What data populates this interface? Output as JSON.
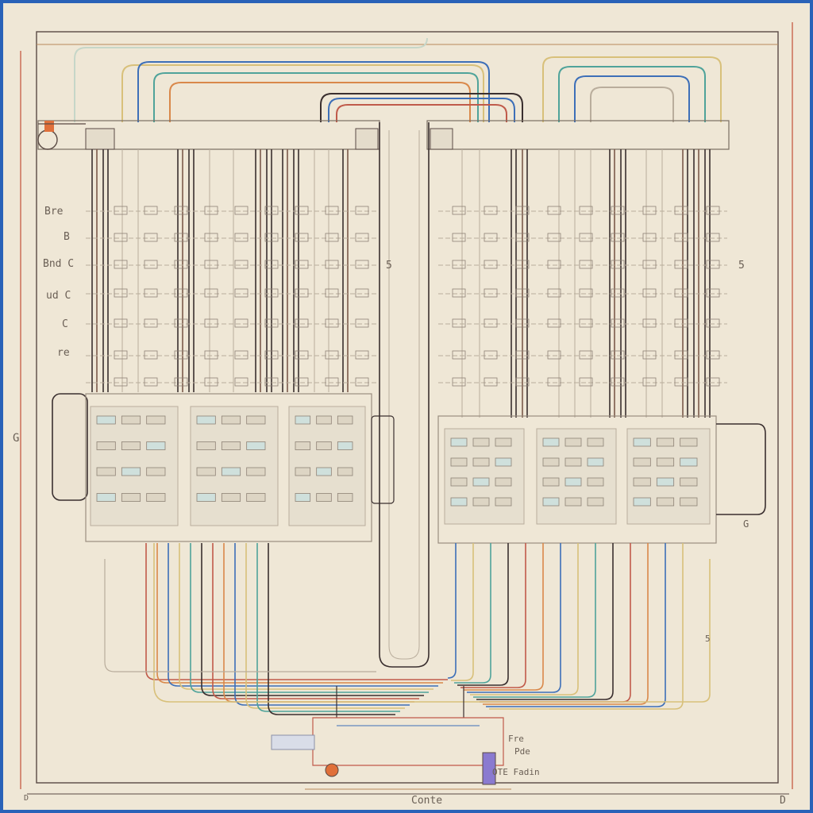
{
  "colors": {
    "paper": "#efe7d6",
    "frame": "#2a62b8",
    "border_line": "#5a4a44",
    "wire_dark": "#3a2f2f",
    "wire_blue": "#3d6fb8",
    "wire_red": "#c05a4a",
    "wire_orange": "#d9884a",
    "wire_teal": "#4fa39a",
    "wire_yellow": "#d8c07a",
    "grid_faint": "#b9ad9c"
  },
  "labels": {
    "left_column": [
      "Bre",
      "B",
      "Bnd C",
      "ud C",
      "C",
      "re"
    ],
    "right_side": [
      "5",
      "5"
    ],
    "left_port": "G",
    "bottom_center": "Conte",
    "bottom_right_a": "Fre",
    "bottom_right_b": "Pde",
    "bottom_right_c": "OTE Fadin",
    "corner_bottom_right": "D",
    "corner_bottom_left": "D",
    "side_right": "5",
    "side_right_lower": "G"
  }
}
